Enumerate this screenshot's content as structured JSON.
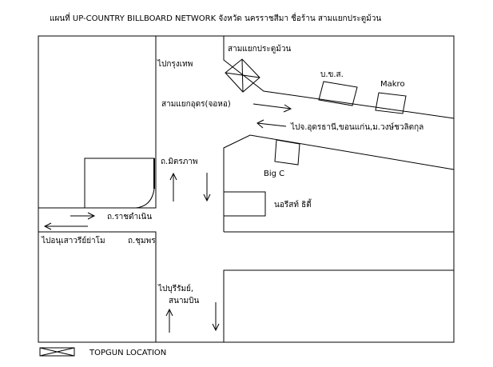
{
  "map": {
    "title": "แผนที่ UP-COUNTRY BILLBOARD NETWORK จังหวัด นครราชสีมา ชื่อร้าน สามแยกประตูม้วน",
    "labels": {
      "to_bangkok": "ไปกรุงเทพ",
      "samyaek_pratumuan": "สามแยกประตูม้วน",
      "bks": "บ.ข.ส.",
      "makro": "Makro",
      "samyaek_udon": "สามแยกอุดร(จอหอ)",
      "to_udon_khonkaen": "ไปจ.อุดรธานี,ขอนแก่น,ม.วงษ์ชวลิตกุล",
      "mittraphap_road": "ถ.มิตรภาพ",
      "big_c": "Big C",
      "norasin_city": "นอรีสท์ ธิตี้",
      "ratchadamnoen_road": "ถ.ราชดำเนิน",
      "to_monument": "ไปอนุเสาวรีย์ย่าโม",
      "chumphon_road": "ถ.ชุมพร",
      "to_buriram_line1": "ไปบุรีรัมย์,",
      "to_buriram_line2": "สนามบิน"
    },
    "legend": {
      "label": "TOPGUN LOCATION",
      "icon": "crossed-box-icon"
    },
    "colors": {
      "line": "#000000",
      "background": "#ffffff"
    }
  }
}
